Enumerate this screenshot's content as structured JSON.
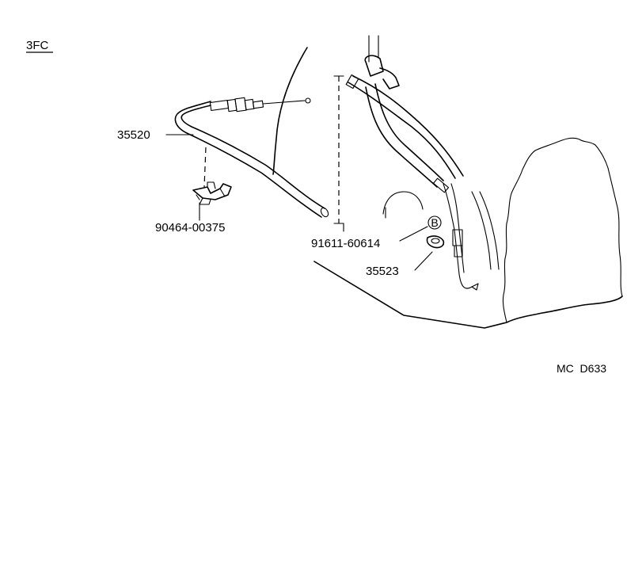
{
  "diagram": {
    "model_code": "3FC",
    "drawing_ref": "MC  D633",
    "callout_marker": "B",
    "parts": [
      {
        "id": "cable",
        "number": "35520"
      },
      {
        "id": "clip",
        "number": "90464-00375"
      },
      {
        "id": "pin",
        "number": "91611-60614"
      },
      {
        "id": "bracket",
        "number": "35523"
      }
    ]
  }
}
